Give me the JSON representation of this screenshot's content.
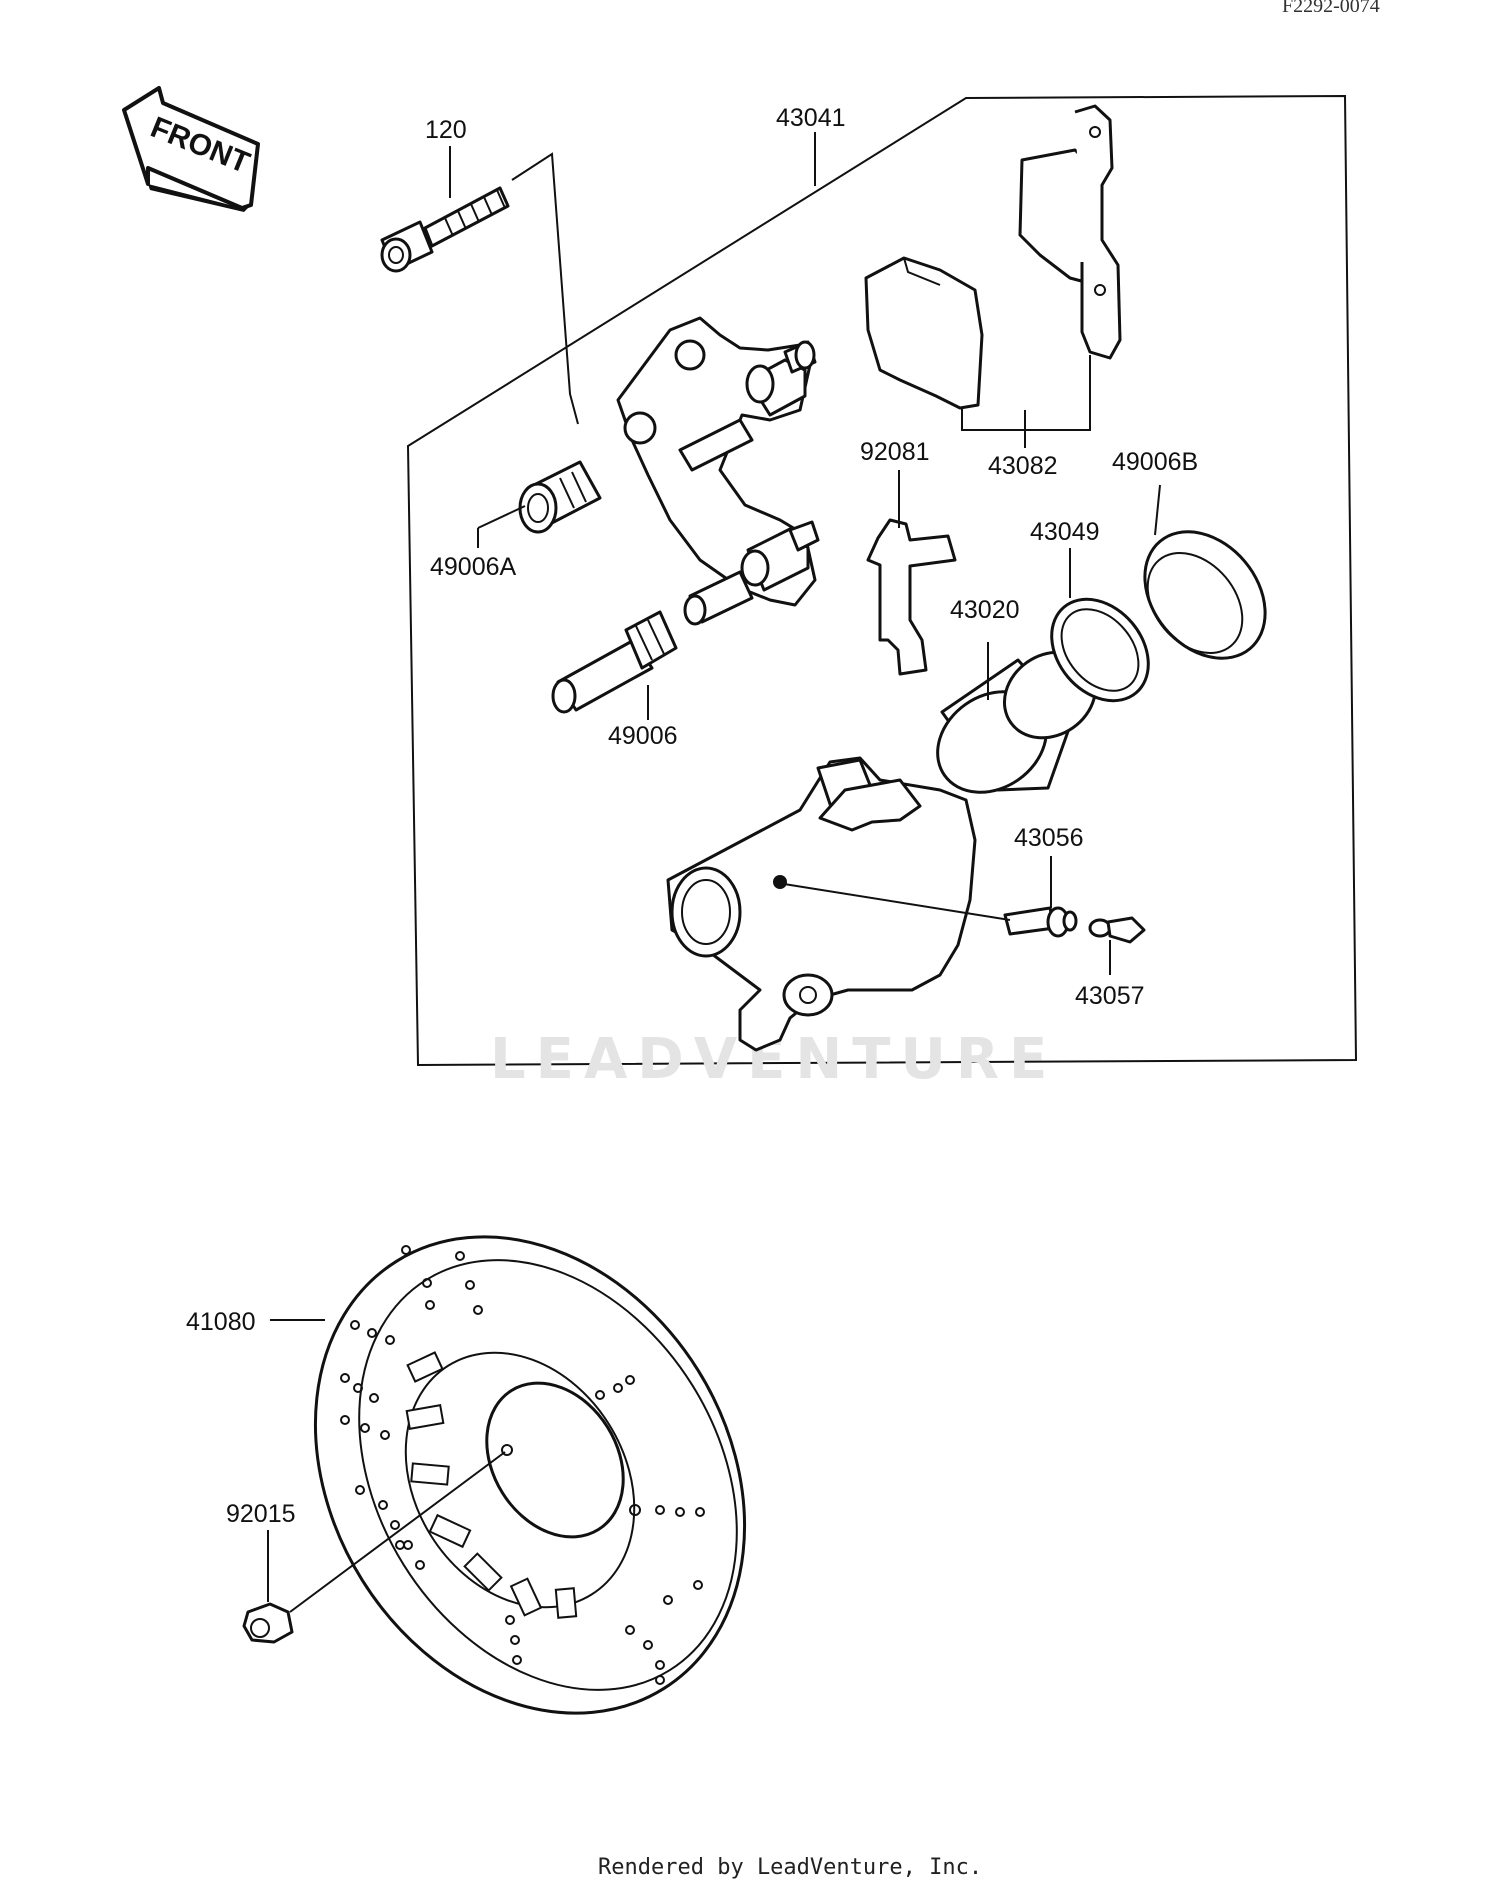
{
  "diagram_code": "F2292-0074",
  "front_label": "FRONT",
  "watermark": "LEADVENTURE",
  "footer": "Rendered by LeadVenture, Inc.",
  "parts": [
    {
      "id": "p120",
      "number": "120"
    },
    {
      "id": "p43041",
      "number": "43041"
    },
    {
      "id": "p43082",
      "number": "43082"
    },
    {
      "id": "p92081",
      "number": "92081"
    },
    {
      "id": "p49006B",
      "number": "49006B"
    },
    {
      "id": "p43049",
      "number": "43049"
    },
    {
      "id": "p49006A",
      "number": "49006A"
    },
    {
      "id": "p43020",
      "number": "43020"
    },
    {
      "id": "p49006",
      "number": "49006"
    },
    {
      "id": "p43056",
      "number": "43056"
    },
    {
      "id": "p43057",
      "number": "43057"
    },
    {
      "id": "p41080",
      "number": "41080"
    },
    {
      "id": "p92015",
      "number": "92015"
    }
  ]
}
